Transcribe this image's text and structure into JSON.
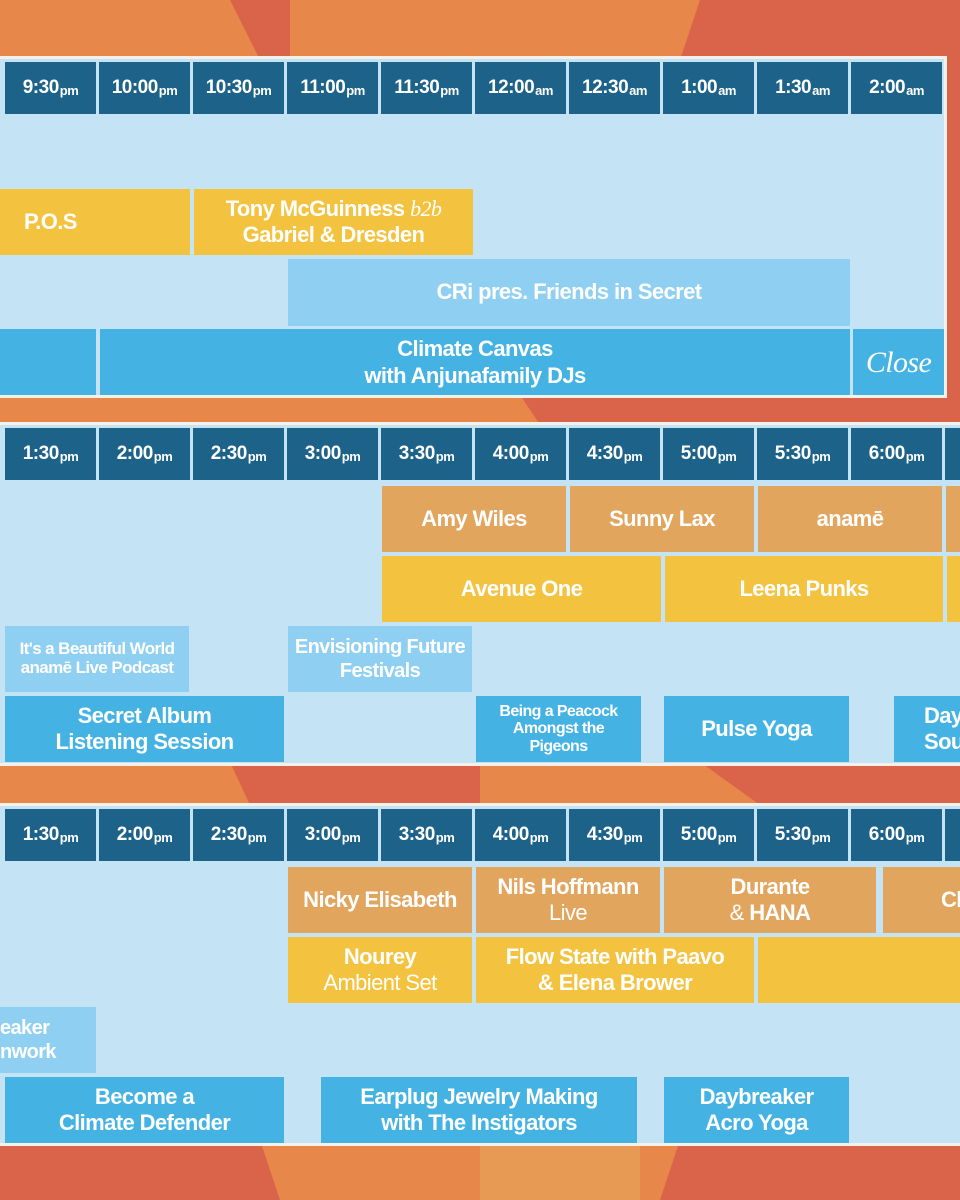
{
  "colors": {
    "background_orange": "#e8874a",
    "background_red": "#d9644a",
    "panel": "#c4e3f5",
    "time_header": "#1d6289",
    "yellow": "#f3c23e",
    "tan": "#e2a55d",
    "light_blue": "#8fd0f2",
    "blue": "#44b3e3"
  },
  "schedule1": {
    "times": [
      {
        "t": "9:30",
        "s": "pm"
      },
      {
        "t": "10:00",
        "s": "pm"
      },
      {
        "t": "10:30",
        "s": "pm"
      },
      {
        "t": "11:00",
        "s": "pm"
      },
      {
        "t": "11:30",
        "s": "pm"
      },
      {
        "t": "12:00",
        "s": "am"
      },
      {
        "t": "12:30",
        "s": "am"
      },
      {
        "t": "1:00",
        "s": "am"
      },
      {
        "t": "1:30",
        "s": "am"
      },
      {
        "t": "2:00",
        "s": "am"
      }
    ],
    "events": {
      "pos": "P.O.S",
      "tony_main": "Tony McGuinness",
      "tony_b2b": "b2b",
      "tony_line2": "Gabriel & Dresden",
      "cri": "CRi pres. Friends in Secret",
      "climate_canvas_1": "Climate Canvas",
      "climate_canvas_2": "with Anjunafamily DJs",
      "close": "Close"
    }
  },
  "schedule2": {
    "times": [
      {
        "t": "1:30",
        "s": "pm"
      },
      {
        "t": "2:00",
        "s": "pm"
      },
      {
        "t": "2:30",
        "s": "pm"
      },
      {
        "t": "3:00",
        "s": "pm"
      },
      {
        "t": "3:30",
        "s": "pm"
      },
      {
        "t": "4:00",
        "s": "pm"
      },
      {
        "t": "4:30",
        "s": "pm"
      },
      {
        "t": "5:00",
        "s": "pm"
      },
      {
        "t": "5:30",
        "s": "pm"
      },
      {
        "t": "6:00",
        "s": "pm"
      }
    ],
    "events": {
      "amy": "Amy Wiles",
      "sunny": "Sunny Lax",
      "aname": "anamē",
      "avenue": "Avenue One",
      "leena": "Leena Punks",
      "beautiful_1": "It's a Beautiful World",
      "beautiful_2": "anamē Live Podcast",
      "envision_1": "Envisioning Future",
      "envision_2": "Festivals",
      "secret_1": "Secret Album",
      "secret_2": "Listening Session",
      "peacock_1": "Being a Peacock",
      "peacock_2": "Amongst the",
      "peacock_3": "Pigeons",
      "pulse": "Pulse Yoga",
      "day_1": "Day",
      "day_2": "Sou"
    }
  },
  "schedule3": {
    "times": [
      {
        "t": "1:30",
        "s": "pm"
      },
      {
        "t": "2:00",
        "s": "pm"
      },
      {
        "t": "2:30",
        "s": "pm"
      },
      {
        "t": "3:00",
        "s": "pm"
      },
      {
        "t": "3:30",
        "s": "pm"
      },
      {
        "t": "4:00",
        "s": "pm"
      },
      {
        "t": "4:30",
        "s": "pm"
      },
      {
        "t": "5:00",
        "s": "pm"
      },
      {
        "t": "5:30",
        "s": "pm"
      },
      {
        "t": "6:00",
        "s": "pm"
      }
    ],
    "events": {
      "nicky": "Nicky Elisabeth",
      "nils_1": "Nils Hoffmann",
      "nils_2": "Live",
      "durante_1": "Durante",
      "durante_amp": "&",
      "durante_2": "HANA",
      "ch": "Cl",
      "nourey_1": "Nourey",
      "nourey_2": "Ambient Set",
      "flow_1": "Flow State with Paavo",
      "flow_2": "& Elena Brower",
      "breaker_1": "eaker",
      "breaker_2": "nwork",
      "defender_1": "Become a",
      "defender_2": "Climate Defender",
      "earplug_1": "Earplug Jewelry Making",
      "earplug_2": "with The Instigators",
      "daybreaker_1": "Daybreaker",
      "daybreaker_2": "Acro Yoga"
    }
  }
}
